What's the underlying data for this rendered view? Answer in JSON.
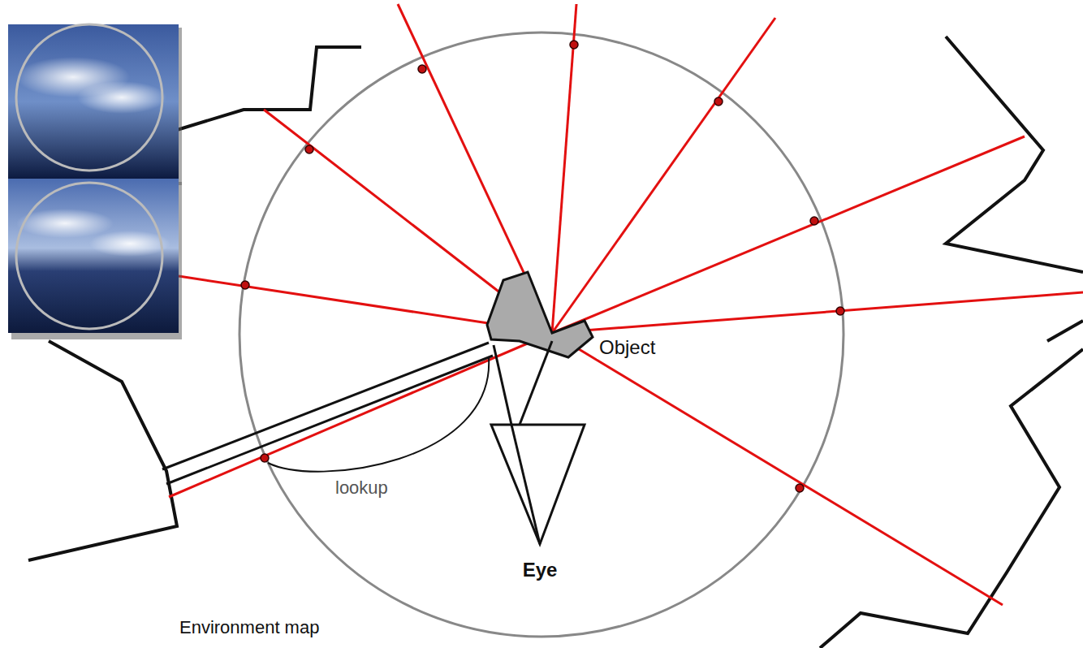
{
  "diagram": {
    "labels": [
      "Object",
      "lookup",
      "Eye",
      "Environment map"
    ]
  }
}
